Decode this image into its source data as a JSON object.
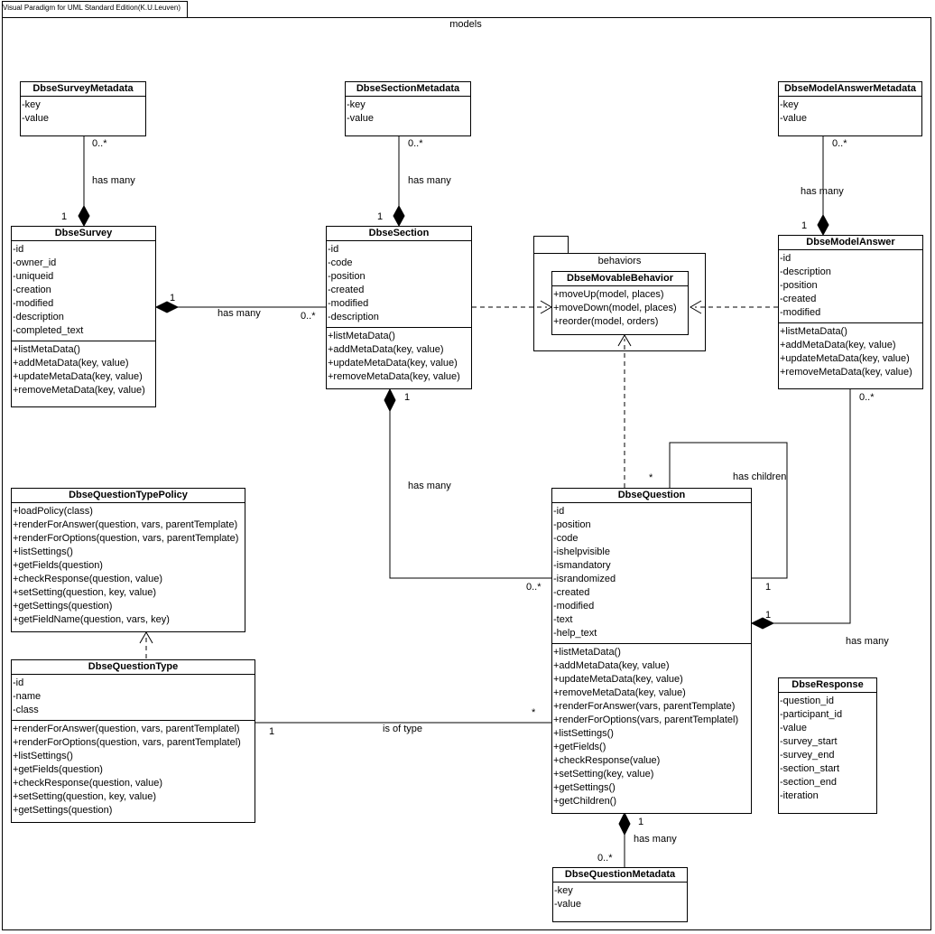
{
  "tool_tab": "Visual Paradigm for UML Standard Edition(K.U.Leuven)",
  "frame_title": "models",
  "package": {
    "name": "behaviors"
  },
  "classes": {
    "survey_metadata": {
      "name": "DbseSurveyMetadata",
      "attributes": [
        "-key",
        "-value"
      ]
    },
    "section_metadata": {
      "name": "DbseSectionMetadata",
      "attributes": [
        "-key",
        "-value"
      ]
    },
    "model_answer_metadata": {
      "name": "DbseModelAnswerMetadata",
      "attributes": [
        "-key",
        "-value"
      ]
    },
    "survey": {
      "name": "DbseSurvey",
      "attributes": [
        "-id",
        "-owner_id",
        "-uniqueid",
        "-creation",
        "-modified",
        "-description",
        "-completed_text"
      ],
      "operations": [
        "+listMetaData()",
        "+addMetaData(key, value)",
        "+updateMetaData(key, value)",
        "+removeMetaData(key, value)"
      ]
    },
    "section": {
      "name": "DbseSection",
      "attributes": [
        "-id",
        "-code",
        "-position",
        "-created",
        "-modified",
        "-description"
      ],
      "operations": [
        "+listMetaData()",
        "+addMetaData(key, value)",
        "+updateMetaData(key, value)",
        "+removeMetaData(key, value)"
      ]
    },
    "movable_behavior": {
      "name": "DbseMovableBehavior",
      "operations": [
        "+moveUp(model, places)",
        "+moveDown(model, places)",
        "+reorder(model, orders)"
      ]
    },
    "model_answer": {
      "name": "DbseModelAnswer",
      "attributes": [
        "-id",
        "-description",
        "-position",
        "-created",
        "-modified"
      ],
      "operations": [
        "+listMetaData()",
        "+addMetaData(key, value)",
        "+updateMetaData(key, value)",
        "+removeMetaData(key, value)"
      ]
    },
    "question_type_policy": {
      "name": "DbseQuestionTypePolicy",
      "operations": [
        "+loadPolicy(class)",
        "+renderForAnswer(question, vars, parentTemplate)",
        "+renderForOptions(question, vars, parentTemplate)",
        "+listSettings()",
        "+getFields(question)",
        "+checkResponse(question, value)",
        "+setSetting(question, key, value)",
        "+getSettings(question)",
        "+getFieldName(question, vars, key)"
      ]
    },
    "question": {
      "name": "DbseQuestion",
      "attributes": [
        "-id",
        "-position",
        "-code",
        "-ishelpvisible",
        "-ismandatory",
        "-israndomized",
        "-created",
        "-modified",
        "-text",
        "-help_text"
      ],
      "operations": [
        "+listMetaData()",
        "+addMetaData(key, value)",
        "+updateMetaData(key, value)",
        "+removeMetaData(key, value)",
        "+renderForAnswer(vars, parentTemplate)",
        "+renderForOptions(vars, parentTemplatel)",
        "+listSettings()",
        "+getFields()",
        "+checkResponse(value)",
        "+setSetting(key, value)",
        "+getSettings()",
        "+getChildren()"
      ]
    },
    "question_type": {
      "name": "DbseQuestionType",
      "attributes": [
        "-id",
        "-name",
        "-class"
      ],
      "operations": [
        "+renderForAnswer(question, vars, parentTemplatel)",
        "+renderForOptions(question, vars, parentTemplatel)",
        "+listSettings()",
        "+getFields(question)",
        "+checkResponse(question, value)",
        "+setSetting(question, key, value)",
        "+getSettings(question)"
      ]
    },
    "response": {
      "name": "DbseResponse",
      "attributes": [
        "-question_id",
        "-participant_id",
        "-value",
        "-survey_start",
        "-survey_end",
        "-section_start",
        "-section_end",
        "-iteration"
      ]
    },
    "question_metadata": {
      "name": "DbseQuestionMetadata",
      "attributes": [
        "-key",
        "-value"
      ]
    }
  },
  "associations": {
    "survey_meta": {
      "label": "has many",
      "end_a": "0..*",
      "end_b": "1"
    },
    "section_meta": {
      "label": "has many",
      "end_a": "0..*",
      "end_b": "1"
    },
    "answer_meta": {
      "label": "has many",
      "end_a": "0..*",
      "end_b": "1"
    },
    "survey_section": {
      "label": "has many",
      "end_a": "1",
      "end_b": "0..*"
    },
    "section_question": {
      "label": "has many",
      "end_a": "1",
      "end_b": "0..*"
    },
    "question_children": {
      "label": "has children",
      "end_a": "*",
      "end_b": "1"
    },
    "answer_question": {
      "label": "has many",
      "end_a": "0..*",
      "end_b": "1"
    },
    "question_type": {
      "label": "is of type",
      "end_a": "1",
      "end_b": "*"
    },
    "question_meta": {
      "label": "has many",
      "end_a": "1",
      "end_b": "0..*"
    }
  }
}
